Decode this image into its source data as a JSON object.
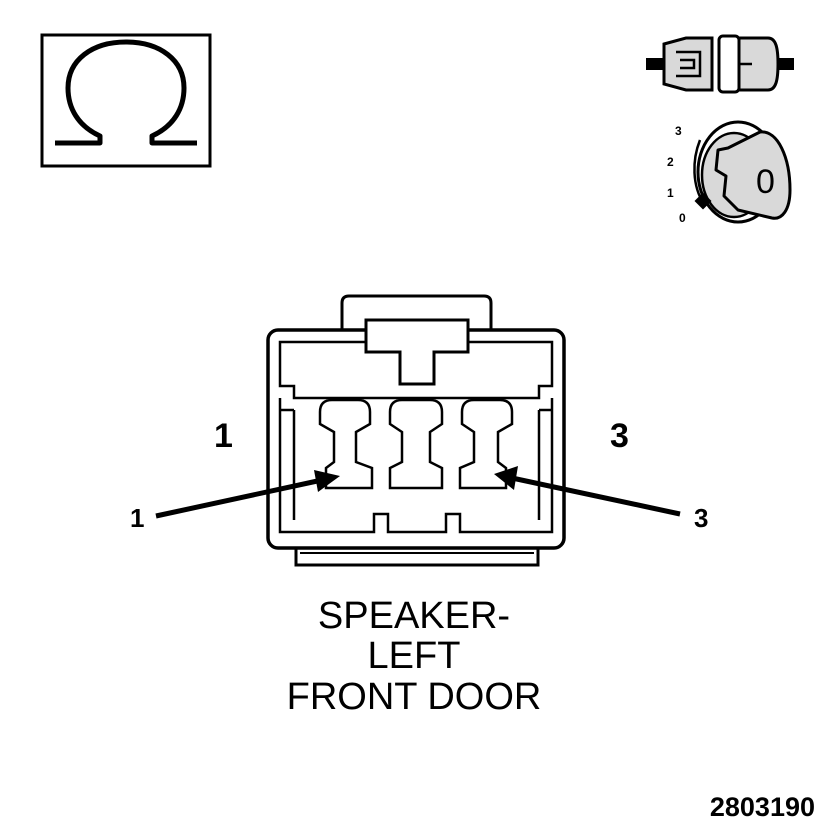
{
  "symbols": {
    "ohmmeter": "ohm-icon",
    "connector_disconnect": "unplugged-connector-icon",
    "ignition": "ignition-key-icon"
  },
  "ignition": {
    "positions": [
      "3",
      "2",
      "1",
      "0"
    ],
    "key_position": "0"
  },
  "connector": {
    "cavity_labels_left": "1",
    "cavity_labels_right": "3",
    "callout_left": "1",
    "callout_right": "3"
  },
  "caption": {
    "line1": "SPEAKER-",
    "line2": "LEFT",
    "line3": "FRONT DOOR"
  },
  "figure_number": "2803190",
  "colors": {
    "ink": "#000000",
    "paper": "#ffffff",
    "shade": "#d9d9d9"
  }
}
